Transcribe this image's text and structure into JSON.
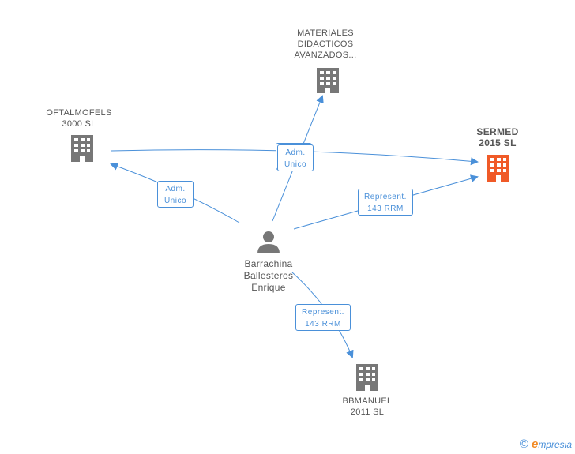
{
  "nodes": {
    "materiales": {
      "lines": [
        "MATERIALES",
        "DIDACTICOS",
        "AVANZADOS..."
      ]
    },
    "oftalmofels": {
      "lines": [
        "OFTALMOFELS",
        "3000 SL"
      ]
    },
    "sermed": {
      "lines": [
        "SERMED",
        "2015 SL"
      ]
    },
    "person": {
      "lines": [
        "Barrachina",
        "Ballesteros",
        "Enrique"
      ]
    },
    "bbmanuel": {
      "lines": [
        "BBMANUEL",
        "2011 SL"
      ]
    }
  },
  "edges": {
    "adm_top": {
      "lines": [
        "Adm.",
        "Unico"
      ]
    },
    "adm_left": {
      "lines": [
        "Adm.",
        "Unico"
      ]
    },
    "rep_right": {
      "lines": [
        "Represent.",
        "143 RRM"
      ]
    },
    "rep_bottom": {
      "lines": [
        "Represent.",
        "143 RRM"
      ]
    }
  },
  "colors": {
    "edge": "#4a90d9",
    "company": "#777777",
    "focus_company": "#f05a28",
    "person": "#777777"
  },
  "footer": {
    "copyright": "©",
    "brand_initial": "e",
    "brand_rest": "mpresia"
  }
}
